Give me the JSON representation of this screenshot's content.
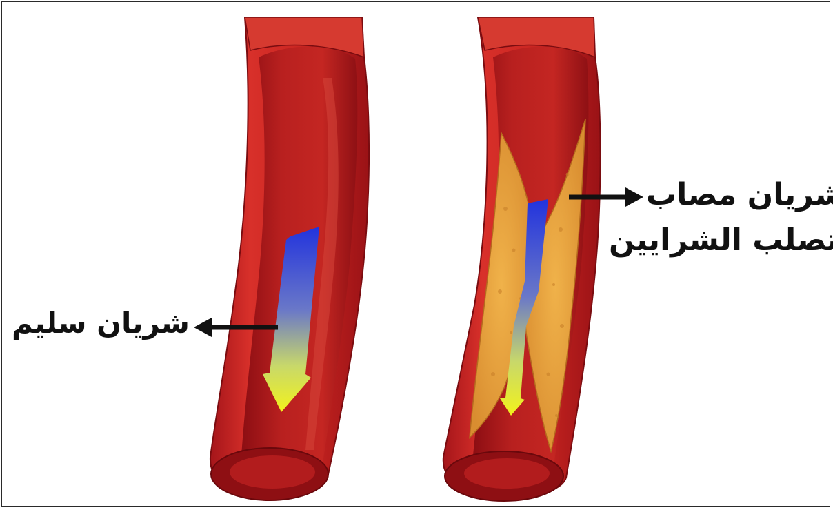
{
  "labels": {
    "healthy_artery": "شريان سليم",
    "diseased_artery_line1": "شريان مصاب",
    "diseased_artery_line2": "بتصلب الشرايين"
  },
  "colors": {
    "artery_outer": "#c8211f",
    "artery_dark": "#8f1012",
    "artery_inner": "#a8181a",
    "plaque": "#e7a13e",
    "flow_top": "#2233dd",
    "flow_bottom": "#f2f21c",
    "pointer": "#111111"
  }
}
